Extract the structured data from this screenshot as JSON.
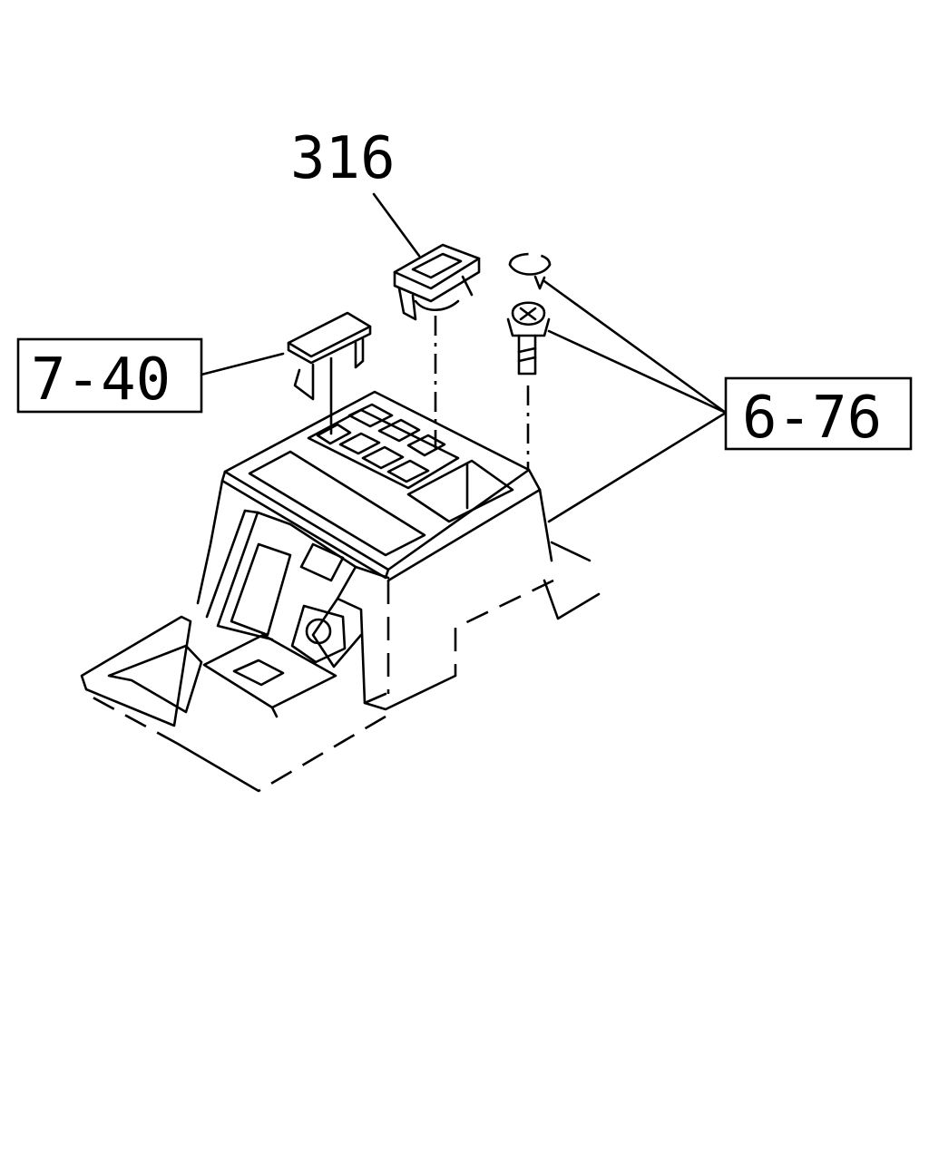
{
  "callouts": {
    "part_316": "316",
    "ref_7_40": "7-40",
    "ref_6_76": "6-76"
  },
  "colors": {
    "line": "#000000",
    "background": "#ffffff"
  }
}
